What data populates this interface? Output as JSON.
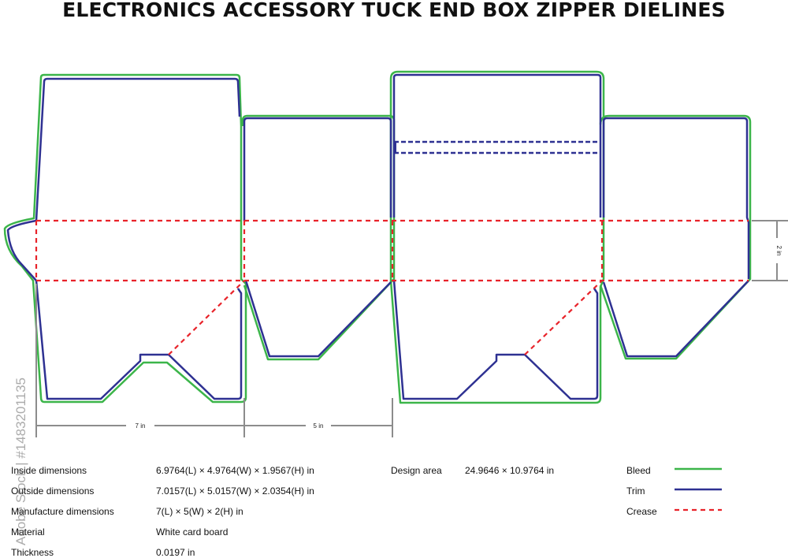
{
  "title": "ELECTRONICS ACCESSORY TUCK END BOX ZIPPER DIELINES",
  "dimensions": {
    "length_label": "7 in",
    "width_label": "5 in",
    "height_label": "2 in"
  },
  "specs": {
    "inside": {
      "label": "Inside dimensions",
      "value": "6.9764(L) × 4.9764(W) × 1.9567(H) in"
    },
    "outside": {
      "label": "Outside dimensions",
      "value": "7.0157(L) × 5.0157(W) × 2.0354(H) in"
    },
    "manufacture": {
      "label": "Manufacture dimensions",
      "value": "7(L) × 5(W) × 2(H) in"
    },
    "material": {
      "label": "Material",
      "value": "White card board"
    },
    "thickness": {
      "label": "Thickness",
      "value": "0.0197 in"
    },
    "design_area": {
      "label": "Design area",
      "value": "24.9646 × 10.9764 in"
    }
  },
  "legend": {
    "bleed": {
      "label": "Bleed",
      "color": "#3cb54a"
    },
    "trim": {
      "label": "Trim",
      "color": "#2e3192"
    },
    "crease": {
      "label": "Crease",
      "color": "#e8232a"
    }
  },
  "watermark": "Adobe Stock | #1483201135"
}
